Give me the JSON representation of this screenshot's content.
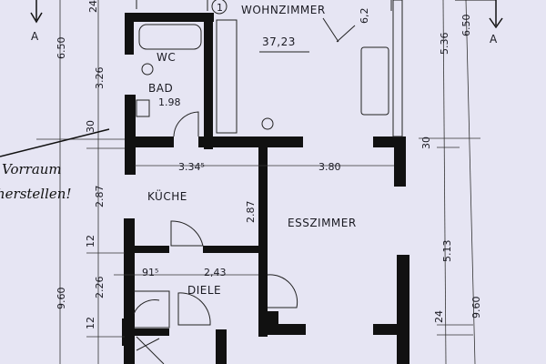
{
  "rooms": {
    "wohnzimmer": "WOHNZIMMER",
    "wohnzimmer_area": "37,23",
    "wc": "WC",
    "bad": "BAD",
    "kueche": "KÜCHE",
    "esszimmer": "ESSZIMMER",
    "diele": "DIELE"
  },
  "dimensions": {
    "bad_width": "1.98",
    "kueche_width": "3.34⁵",
    "ess_width": "3.80",
    "diele_width": "2,43",
    "diele_left": "91⁵",
    "left_outer_top": "6.50",
    "left_outer_total": "9.60",
    "left_inner_top": "3.26",
    "left_inner_30": "30",
    "left_inner_kueche": "2.87",
    "left_inner_12a": "12",
    "left_inner_diele": "2.26",
    "left_inner_12b": "12",
    "left_top_24": "24",
    "kueche_height": "2.87",
    "wohn_small": "6,2",
    "right_inner_top": "5.36",
    "right_outer_top": "6.50",
    "right_30": "30",
    "right_inner_ess": "5.13",
    "right_24": "24",
    "right_outer_total": "9.60"
  },
  "section_markers": [
    "A",
    "A"
  ],
  "annotation": [
    "Vorraum",
    "herstellen!"
  ],
  "room_marker": "1"
}
